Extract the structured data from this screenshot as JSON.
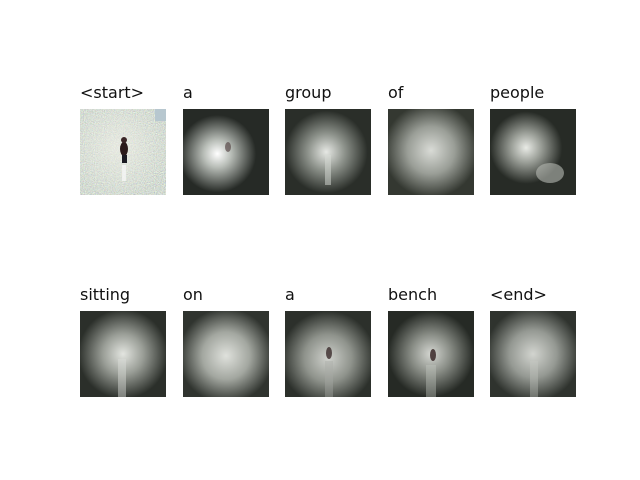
{
  "tokens": [
    "<start>",
    "a",
    "group",
    "of",
    "people",
    "sitting",
    "on",
    "a",
    "bench",
    "<end>"
  ],
  "image_style": {
    "input": "noisy-color",
    "attention": "grayscale-heatmap"
  }
}
